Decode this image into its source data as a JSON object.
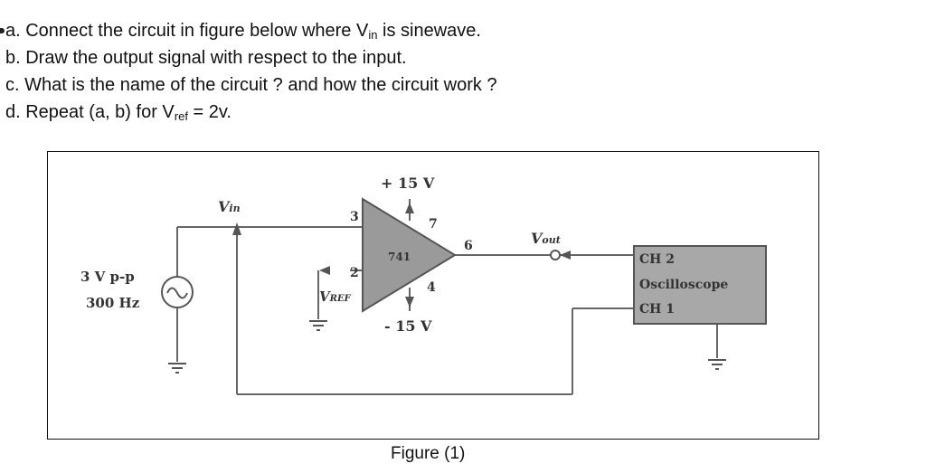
{
  "questions": [
    {
      "prefix": "a. Connect the circuit in figure below where V",
      "sub": "in",
      "suffix": " is sinewave."
    },
    {
      "text": "b. Draw the output signal with respect to the input."
    },
    {
      "text": "c. What is the name of the circuit ? and how the circuit work ?"
    },
    {
      "prefix": "d. Repeat (a, b) for V",
      "sub": "ref",
      "suffix": " = 2v."
    }
  ],
  "figure": {
    "caption": "Figure (1)",
    "labels": {
      "vplus": "+ 15 V",
      "vminus": "- 15 V",
      "vin_v": "V",
      "vin_sub": "in",
      "vout_v": "V",
      "vout_sub": "out",
      "vref_v": "V",
      "vref_sub": "REF",
      "opamp": "741",
      "pin3": "3",
      "pin2": "2",
      "pin7": "7",
      "pin4": "4",
      "pin6": "6",
      "source_amp": "3 V p-p",
      "source_freq": "300 Hz",
      "ch2": "CH 2",
      "scope": "Oscilloscope",
      "ch1": "CH 1"
    }
  }
}
